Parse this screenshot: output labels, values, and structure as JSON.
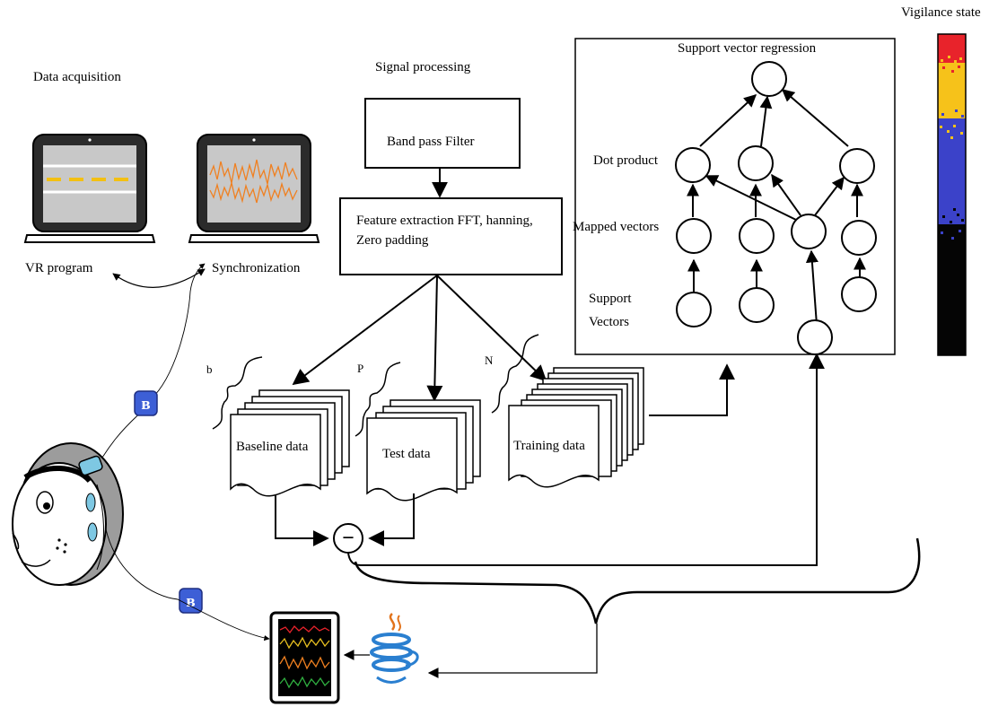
{
  "sections": {
    "data_acquisition": "Data acquisition",
    "signal_processing": "Signal processing",
    "svr_title": "Support vector regression",
    "vigilance_title": "Vigilance state"
  },
  "acquisition": {
    "vr_program": "VR program",
    "synchronization": "Synchronization"
  },
  "processing": {
    "bandpass": "Band pass Filter",
    "feature_extraction": "Feature extraction FFT, hanning, Zero padding"
  },
  "datasets": {
    "baseline": "Baseline data",
    "test": "Test data",
    "training": "Training data",
    "baseline_brace": "b",
    "test_brace": "P",
    "training_brace": "N"
  },
  "svr": {
    "dot_product": "Dot product",
    "mapped_vectors": "Mapped vectors",
    "support_vectors_line1": "Support",
    "support_vectors_line2": "Vectors"
  },
  "subtract_symbol": "−",
  "bluetooth_symbol": "ʙ",
  "colors": {
    "vigilance_red": "#e8232b",
    "vigilance_yellow": "#f6c21a",
    "vigilance_blue": "#3b42c9",
    "vigilance_black": "#050505",
    "bluetooth": "#3d5fd6",
    "road": "#c8c8c8",
    "road_stripe": "#f3c012",
    "eeg_orange": "#f08020"
  },
  "icons": [
    "laptop-vr-icon",
    "laptop-eeg-icon",
    "bluetooth-icon",
    "head-with-eeg-cap-icon",
    "java-cup-icon",
    "eeg-monitor-icon"
  ]
}
